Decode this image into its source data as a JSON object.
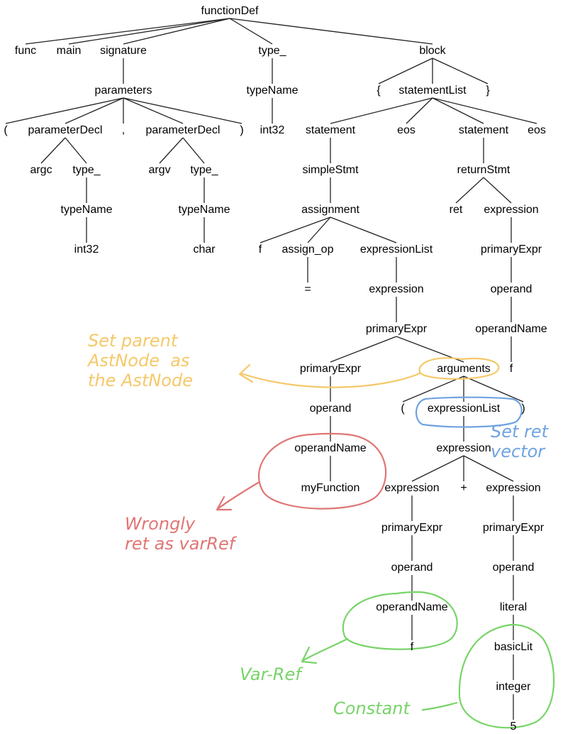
{
  "diagram": {
    "nodes": [
      {
        "id": "n0",
        "label": "functionDef"
      },
      {
        "id": "n1",
        "label": "func"
      },
      {
        "id": "n2",
        "label": "main"
      },
      {
        "id": "n3",
        "label": "signature"
      },
      {
        "id": "n4",
        "label": "type_"
      },
      {
        "id": "n5",
        "label": "block"
      },
      {
        "id": "n6",
        "label": "parameters"
      },
      {
        "id": "n7",
        "label": "typeName"
      },
      {
        "id": "n8",
        "label": "{"
      },
      {
        "id": "n9",
        "label": "statementList"
      },
      {
        "id": "n10",
        "label": "}"
      },
      {
        "id": "n11",
        "label": "("
      },
      {
        "id": "n12",
        "label": "parameterDecl"
      },
      {
        "id": "n13",
        "label": ","
      },
      {
        "id": "n14",
        "label": "parameterDecl"
      },
      {
        "id": "n15",
        "label": ")"
      },
      {
        "id": "n16",
        "label": "int32"
      },
      {
        "id": "n17",
        "label": "statement"
      },
      {
        "id": "n18",
        "label": "eos"
      },
      {
        "id": "n19",
        "label": "statement"
      },
      {
        "id": "n20",
        "label": "eos"
      },
      {
        "id": "n21",
        "label": "argc"
      },
      {
        "id": "n22",
        "label": "type_"
      },
      {
        "id": "n23",
        "label": "argv"
      },
      {
        "id": "n24",
        "label": "type_"
      },
      {
        "id": "n25",
        "label": "simpleStmt"
      },
      {
        "id": "n26",
        "label": "returnStmt"
      },
      {
        "id": "n27",
        "label": "typeName"
      },
      {
        "id": "n28",
        "label": "typeName"
      },
      {
        "id": "n29",
        "label": "assignment"
      },
      {
        "id": "n30",
        "label": "ret"
      },
      {
        "id": "n31",
        "label": "expression"
      },
      {
        "id": "n32",
        "label": "int32"
      },
      {
        "id": "n33",
        "label": "char"
      },
      {
        "id": "n34",
        "label": "f"
      },
      {
        "id": "n35",
        "label": "assign_op"
      },
      {
        "id": "n36",
        "label": "expressionList"
      },
      {
        "id": "n37",
        "label": "primaryExpr"
      },
      {
        "id": "n38",
        "label": "="
      },
      {
        "id": "n39",
        "label": "expression"
      },
      {
        "id": "n40",
        "label": "operand"
      },
      {
        "id": "n41",
        "label": "primaryExpr"
      },
      {
        "id": "n42",
        "label": "operandName"
      },
      {
        "id": "n43",
        "label": "primaryExpr"
      },
      {
        "id": "n44",
        "label": "arguments"
      },
      {
        "id": "n45",
        "label": "f"
      },
      {
        "id": "n46",
        "label": "operand"
      },
      {
        "id": "n47",
        "label": "("
      },
      {
        "id": "n48",
        "label": "expressionList"
      },
      {
        "id": "n49",
        "label": ")"
      },
      {
        "id": "n50",
        "label": "operandName"
      },
      {
        "id": "n51",
        "label": "expression"
      },
      {
        "id": "n52",
        "label": "myFunction"
      },
      {
        "id": "n53",
        "label": "expression"
      },
      {
        "id": "n54",
        "label": "+"
      },
      {
        "id": "n55",
        "label": "expression"
      },
      {
        "id": "n56",
        "label": "primaryExpr"
      },
      {
        "id": "n57",
        "label": "primaryExpr"
      },
      {
        "id": "n58",
        "label": "operand"
      },
      {
        "id": "n59",
        "label": "operand"
      },
      {
        "id": "n60",
        "label": "operandName"
      },
      {
        "id": "n61",
        "label": "literal"
      },
      {
        "id": "n62",
        "label": "f"
      },
      {
        "id": "n63",
        "label": "basicLit"
      },
      {
        "id": "n64",
        "label": "integer"
      },
      {
        "id": "n65",
        "label": "5"
      }
    ],
    "edges": [
      [
        "n0",
        "n1"
      ],
      [
        "n0",
        "n2"
      ],
      [
        "n0",
        "n3"
      ],
      [
        "n0",
        "n4"
      ],
      [
        "n0",
        "n5"
      ],
      [
        "n3",
        "n6"
      ],
      [
        "n4",
        "n7"
      ],
      [
        "n5",
        "n8"
      ],
      [
        "n5",
        "n9"
      ],
      [
        "n5",
        "n10"
      ],
      [
        "n6",
        "n11"
      ],
      [
        "n6",
        "n12"
      ],
      [
        "n6",
        "n13"
      ],
      [
        "n6",
        "n14"
      ],
      [
        "n6",
        "n15"
      ],
      [
        "n7",
        "n16"
      ],
      [
        "n9",
        "n17"
      ],
      [
        "n9",
        "n18"
      ],
      [
        "n9",
        "n19"
      ],
      [
        "n9",
        "n20"
      ],
      [
        "n12",
        "n21"
      ],
      [
        "n12",
        "n22"
      ],
      [
        "n14",
        "n23"
      ],
      [
        "n14",
        "n24"
      ],
      [
        "n17",
        "n25"
      ],
      [
        "n19",
        "n26"
      ],
      [
        "n22",
        "n27"
      ],
      [
        "n24",
        "n28"
      ],
      [
        "n25",
        "n29"
      ],
      [
        "n26",
        "n30"
      ],
      [
        "n26",
        "n31"
      ],
      [
        "n27",
        "n32"
      ],
      [
        "n28",
        "n33"
      ],
      [
        "n29",
        "n34"
      ],
      [
        "n29",
        "n35"
      ],
      [
        "n29",
        "n36"
      ],
      [
        "n31",
        "n37"
      ],
      [
        "n35",
        "n38"
      ],
      [
        "n36",
        "n39"
      ],
      [
        "n37",
        "n40"
      ],
      [
        "n39",
        "n41"
      ],
      [
        "n40",
        "n42"
      ],
      [
        "n41",
        "n43"
      ],
      [
        "n41",
        "n44"
      ],
      [
        "n42",
        "n45"
      ],
      [
        "n43",
        "n46"
      ],
      [
        "n44",
        "n47"
      ],
      [
        "n44",
        "n48"
      ],
      [
        "n44",
        "n49"
      ],
      [
        "n46",
        "n50"
      ],
      [
        "n48",
        "n51"
      ],
      [
        "n50",
        "n52"
      ],
      [
        "n51",
        "n53"
      ],
      [
        "n51",
        "n54"
      ],
      [
        "n51",
        "n55"
      ],
      [
        "n53",
        "n56"
      ],
      [
        "n55",
        "n57"
      ],
      [
        "n56",
        "n58"
      ],
      [
        "n57",
        "n59"
      ],
      [
        "n58",
        "n60"
      ],
      [
        "n59",
        "n61"
      ],
      [
        "n60",
        "n62"
      ],
      [
        "n61",
        "n63"
      ],
      [
        "n63",
        "n64"
      ],
      [
        "n64",
        "n65"
      ]
    ]
  },
  "annotations": {
    "orange": {
      "text": "Set parent\nAstNode  as\nthe AstNode",
      "color": "#f5c869"
    },
    "red": {
      "text": "Wrongly\nret as varRef",
      "color": "#e07575"
    },
    "blue": {
      "text": "Set ret\nvector",
      "color": "#6fa3e0"
    },
    "green_varref": {
      "text": "Var-Ref",
      "color": "#78d468"
    },
    "green_constant": {
      "text": "Constant",
      "color": "#78d468"
    }
  }
}
